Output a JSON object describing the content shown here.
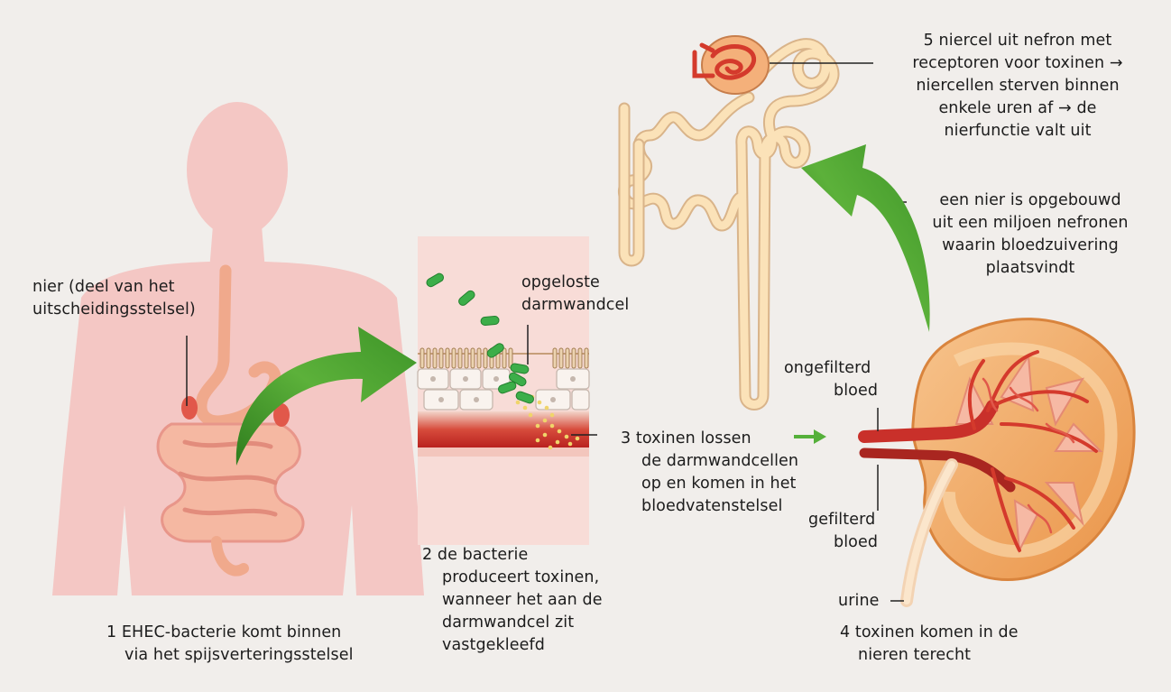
{
  "colors": {
    "background": "#f1eeeb",
    "body_silhouette": "#f4c7c4",
    "arrow_green": "#3e9a2a",
    "kidney_orange": "#f3b071",
    "blood_red": "#d4332e",
    "nephron_tube": "#f8d8a4",
    "bacteria_green": "#3cae49"
  },
  "labels": {
    "kidney_part": [
      "nier (deel van het",
      "uitscheidingsstelsel)"
    ],
    "step1": [
      "1 EHEC-bacterie komt binnen",
      "via het spijsverteringsstelsel"
    ],
    "dissolved_cell": [
      "opgeloste",
      "darmwandcel"
    ],
    "step2": [
      "2 de bacterie",
      "produceert toxinen,",
      "wanneer het aan de",
      "darmwandcel zit",
      "vastgekleefd"
    ],
    "step3": [
      "3 toxinen lossen",
      "de darmwandcellen",
      "op en komen in het",
      "bloedvatenstelsel"
    ],
    "step5": [
      "5 niercel uit nefron met",
      "receptoren voor toxinen →",
      "niercellen sterven binnen",
      "enkele uren af → de",
      "nierfunctie valt uit"
    ],
    "nephron_info": [
      "een nier is opgebouwd",
      "uit een miljoen nefronen",
      "waarin bloedzuivering",
      "plaatsvindt"
    ],
    "unfiltered_blood": [
      "ongefilterd",
      "bloed"
    ],
    "filtered_blood": [
      "gefilterd",
      "bloed"
    ],
    "urine": "urine",
    "step4": [
      "4 toxinen komen in de",
      "nieren terecht"
    ]
  }
}
